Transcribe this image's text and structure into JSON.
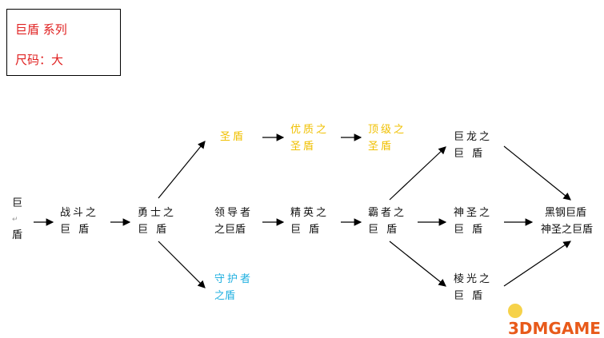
{
  "legend": {
    "series": "巨盾  系列",
    "size": "尺码：大"
  },
  "nodes": {
    "start": [
      "巨",
      "↵",
      "盾"
    ],
    "zhandou": [
      "战斗之",
      "巨 盾"
    ],
    "yongshi": [
      "勇士之",
      "巨 盾"
    ],
    "shengdun": [
      "圣盾"
    ],
    "youzhi": [
      "优质之",
      "圣盾"
    ],
    "dingji": [
      "顶级之",
      "圣盾"
    ],
    "lingdao": [
      "领导者",
      "之巨盾"
    ],
    "jingying": [
      "精英之",
      "巨 盾"
    ],
    "bazhe": [
      "霸者之",
      "巨 盾"
    ],
    "shouhu": [
      "守护者",
      "之盾"
    ],
    "julong": [
      "巨龙之",
      "巨 盾"
    ],
    "shensheng": [
      "神圣之",
      "巨 盾"
    ],
    "lengguang": [
      "棱光之",
      "巨 盾"
    ],
    "final": [
      "黑钢巨盾",
      "神圣之巨盾"
    ]
  },
  "watermark": "3DMGAME",
  "colors": {
    "legend": "#e02020",
    "holy": "#f0c000",
    "guard": "#20b0e0"
  }
}
